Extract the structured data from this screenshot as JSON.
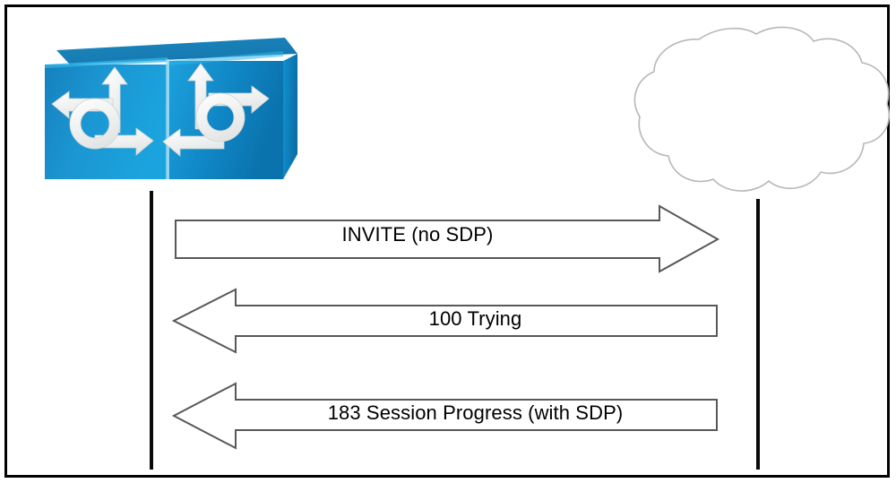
{
  "diagram": {
    "type": "sip-call-flow-sequence-diagram",
    "border_color": "#000000",
    "background_color": "#ffffff"
  },
  "nodes": [
    {
      "id": "router",
      "icon": "router-icon",
      "label": "",
      "colors": {
        "front_light": "#1b9ad6",
        "front_dark": "#0b7fc0",
        "top": "#1a7fb5",
        "side": "#0c6fa8",
        "arrow": "#f2f2f2"
      }
    },
    {
      "id": "network-cloud",
      "icon": "cloud-icon",
      "label": "",
      "colors": {
        "fill": "#ffffff",
        "stroke": "#b7b7b7"
      }
    }
  ],
  "lifelines": [
    {
      "name": "router-lifeline",
      "color": "#0a0a0a"
    },
    {
      "name": "cloud-lifeline",
      "color": "#0a0a0a"
    }
  ],
  "messages": [
    {
      "index": 1,
      "label": "INVITE (no SDP)",
      "direction": "right",
      "from": "router",
      "to": "network-cloud",
      "fill": "#ffffff",
      "stroke": "#585858"
    },
    {
      "index": 2,
      "label": "100 Trying",
      "direction": "left",
      "from": "network-cloud",
      "to": "router",
      "fill": "#ffffff",
      "stroke": "#585858"
    },
    {
      "index": 3,
      "label": "183 Session Progress (with SDP)",
      "direction": "left",
      "from": "network-cloud",
      "to": "router",
      "fill": "#ffffff",
      "stroke": "#585858"
    }
  ]
}
